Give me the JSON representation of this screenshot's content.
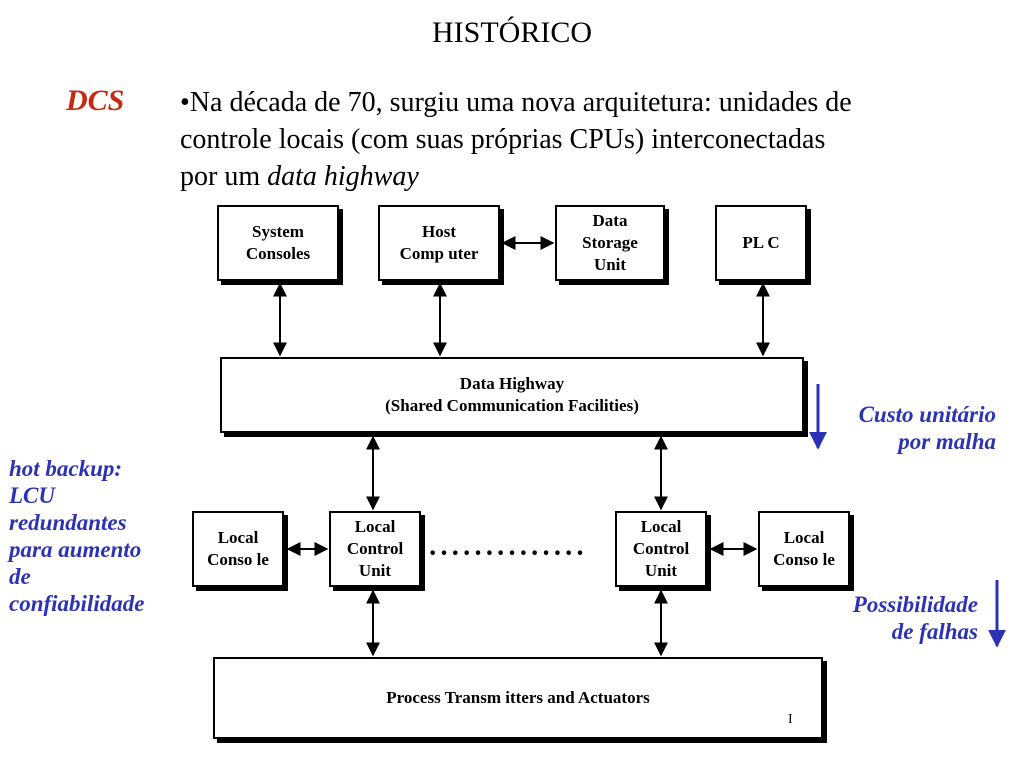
{
  "title": "HISTÓRICO",
  "dcs_label": "DCS",
  "bullet": {
    "text_main": "•Na década de 70, surgiu uma nova arquitetura: unidades de controle locais (com suas próprias CPUs) interconectadas por um ",
    "text_italic": "data highway"
  },
  "diagram": {
    "system_consoles": "System\nConsoles",
    "host_computer": "Host\nComp uter",
    "data_storage": "Data\nStorage\nUnit",
    "plc": "PL C",
    "data_highway": "Data Highway\n(Shared Communication  Facilities)",
    "local_console_left": "Local\nConso le",
    "lcu_left": "Local\nControl\nUnit",
    "lcu_right": "Local\nControl\nUnit",
    "local_console_right": "Local\nConso le",
    "dots": "··············",
    "process": "Process Transm itters and Actuators",
    "corner_mark": "I"
  },
  "notes": {
    "hot_backup": "hot backup:\nLCU\nredundantes\npara aumento\nde\nconfiabilidade",
    "custo": "Custo unitário\npor malha",
    "possibilidade": "Possibilidade\nde falhas"
  },
  "colors": {
    "dcs": "#c62a12",
    "notes": "#2b33b4",
    "arrow_blue": "#2b33b4"
  }
}
